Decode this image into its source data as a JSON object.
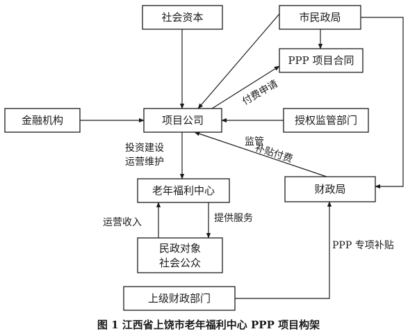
{
  "nodes": {
    "social_capital": "社会资本",
    "civil_affairs_bureau": "市民政局",
    "ppp_contract": "PPP 项目合同",
    "financial_institution": "金融机构",
    "project_company": "项目公司",
    "authorized_supervisor": "授权监管部门",
    "elderly_welfare_center": "老年福利中心",
    "finance_bureau": "财政局",
    "civil_affairs_objects_line1": "民政对象",
    "civil_affairs_objects_line2": "社会公众",
    "superior_finance_dept": "上级财政部门"
  },
  "edge_labels": {
    "payment_application": "付费申请",
    "supervision": "监管",
    "subsidy_payment": "补贴付费",
    "investment_line1": "投资建设",
    "investment_line2": "运营维护",
    "operating_income": "运营收入",
    "provide_service": "提供服务",
    "ppp_special_subsidy": "PPP 专项补贴"
  },
  "caption": "图 1  江西省上饶市老年福利中心 PPP 项目构架"
}
